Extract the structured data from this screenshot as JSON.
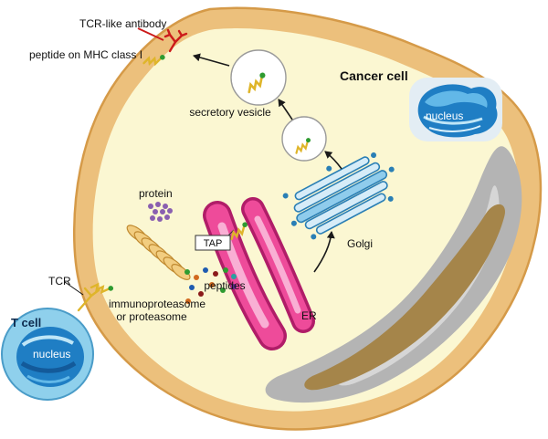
{
  "title": {
    "cancer_cell": "Cancer cell",
    "t_cell": "T cell"
  },
  "labels": {
    "tcr_like_antibody": "TCR-like antibody",
    "peptide_on_mhc": "peptide on MHC class I",
    "secretory_vesicle": "secretory vesicle",
    "nucleus_cancer": "nucleus",
    "protein": "protein",
    "tap": "TAP",
    "peptides": "peptides",
    "immunoproteasome_line1": "immunoproteasome",
    "immunoproteasome_line2": "or proteasome",
    "er": "ER",
    "golgi": "Golgi",
    "tcr": "TCR",
    "nucleus_t": "nucleus"
  },
  "colors": {
    "membrane": "#ecc07c",
    "membrane_outline": "#d59a48",
    "cytoplasm": "#fbf7d2",
    "er_pink": "#ee4b9a",
    "er_outline": "#b01d68",
    "golgi_blue": "#2a7fb5",
    "nucleus_blue": "#1f7ec4",
    "t_cell_blue": "#8fd0ec",
    "antibody_red": "#cc1a1a",
    "mhc_yellow": "#dfb52a",
    "peptide_green": "#2e9b30",
    "gray_matrix": "#b8b8b8",
    "brown_streak": "#a5854a"
  }
}
